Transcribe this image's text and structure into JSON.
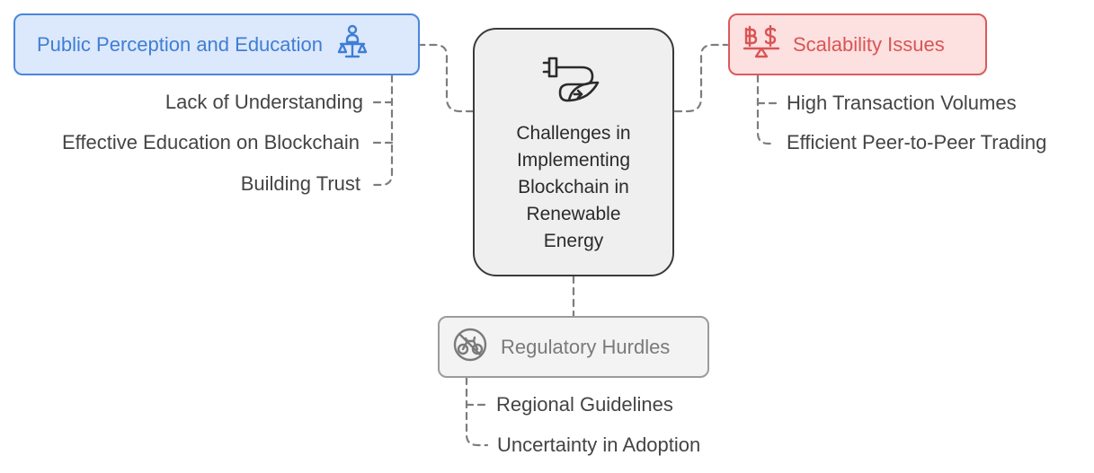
{
  "center": {
    "title": "Challenges in Implementing Blockchain in Renewable Energy",
    "icon": "plug-leaf-icon"
  },
  "categories": {
    "public_perception": {
      "label": "Public Perception and Education",
      "icon": "family-balance-icon",
      "color": "#4a86dc",
      "items": [
        "Lack of Understanding",
        "Effective Education on Blockchain",
        "Building Trust"
      ]
    },
    "scalability": {
      "label": "Scalability Issues",
      "icon": "baht-dollar-scale-icon",
      "color": "#db5b5b",
      "items": [
        "High Transaction Volumes",
        "Efficient Peer-to-Peer Trading"
      ]
    },
    "regulatory": {
      "label": "Regulatory Hurdles",
      "icon": "no-bicycle-icon",
      "color": "#9b9b9b",
      "items": [
        "Regional Guidelines",
        "Uncertainty in Adoption"
      ]
    }
  }
}
